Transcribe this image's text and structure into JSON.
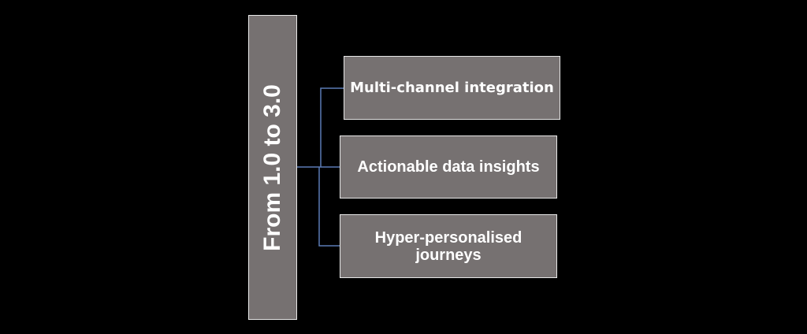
{
  "diagram": {
    "root": {
      "label": "From 1.0 to 3.0"
    },
    "children": [
      {
        "label": "Multi-channel integration"
      },
      {
        "label": "Actionable data insights"
      },
      {
        "label": "Hyper-personalised journeys"
      }
    ],
    "colors": {
      "background": "#000000",
      "box_fill": "#767171",
      "box_border": "#e8e8e8",
      "connector": "#5b7bb5",
      "text": "#ffffff"
    }
  }
}
